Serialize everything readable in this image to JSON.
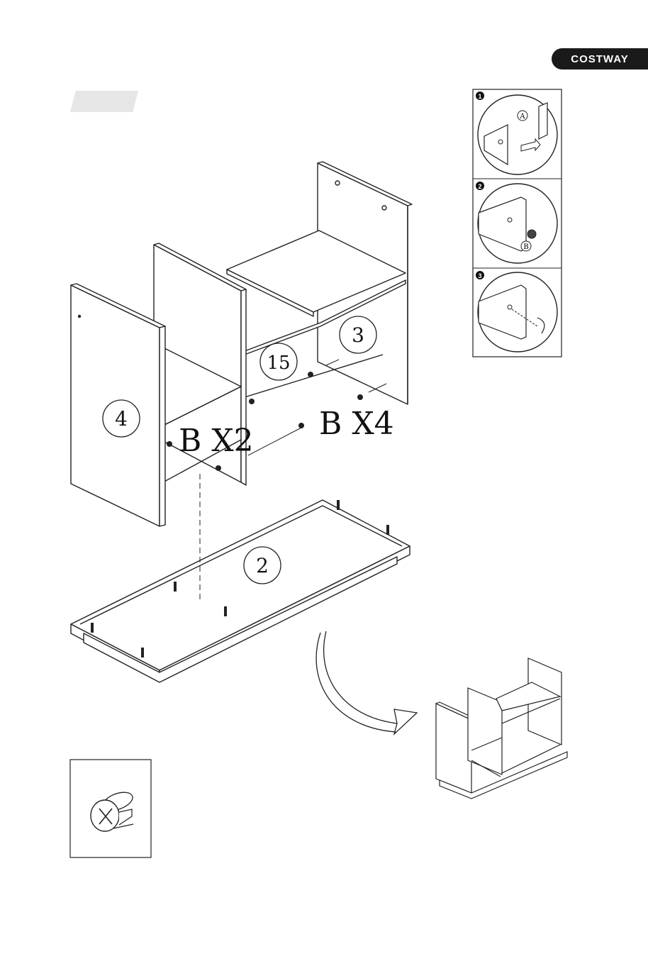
{
  "brand": {
    "name": "COSTWAY"
  },
  "parts": {
    "p4": "4",
    "p3": "3",
    "p15": "15",
    "p2": "2"
  },
  "callouts": {
    "left": "B X2",
    "right": "B X4"
  },
  "detail_steps": {
    "s1": "1",
    "s2": "2",
    "s3": "3",
    "hardware_a": "A",
    "hardware_b": "B"
  }
}
